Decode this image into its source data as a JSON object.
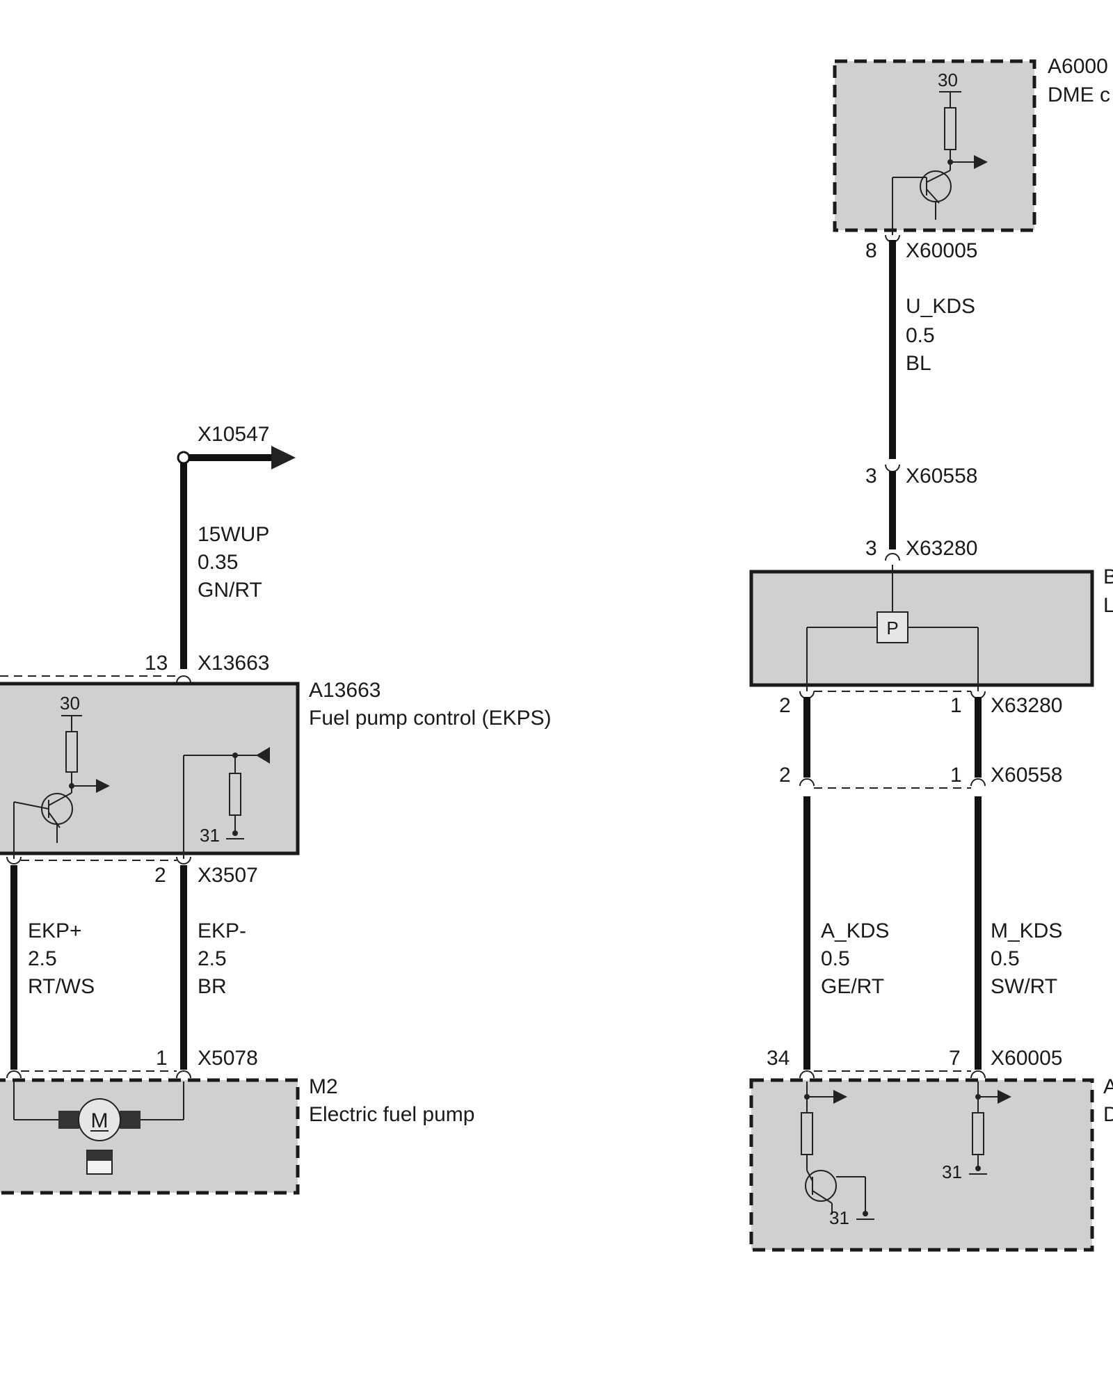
{
  "fuel_pump_circuit": {
    "feed_arrow_connector": "X10547",
    "feed_wire": {
      "signal": "15WUP",
      "size": "0.35",
      "color": "GN/RT"
    },
    "ekps_connector_top": {
      "pin": "13",
      "name": "X13663"
    },
    "ekps": {
      "id": "A13663",
      "name": "Fuel pump control (EKPS)",
      "supply": "30",
      "ground": "31"
    },
    "ekps_connector_bottom": {
      "pin": "2",
      "name": "X3507"
    },
    "wire_left": {
      "signal": "EKP+",
      "size": "2.5",
      "color": "RT/WS"
    },
    "wire_right": {
      "signal": "EKP-",
      "size": "2.5",
      "color": "BR"
    },
    "pump_connector": {
      "pin": "1",
      "name": "X5078"
    },
    "pump": {
      "id": "M2",
      "name": "Electric fuel pump",
      "motor_symbol": "M"
    }
  },
  "sensor_circuit": {
    "dme_top": {
      "id": "A6000",
      "name": "DME c",
      "supply": "30"
    },
    "dme_connector": {
      "pin": "8",
      "name": "X60005"
    },
    "wire_u": {
      "signal": "U_KDS",
      "size": "0.5",
      "color": "BL"
    },
    "inline_connector_1": {
      "pin": "3",
      "name": "X60558"
    },
    "sensor_connector_top": {
      "pin": "3",
      "name": "X63280"
    },
    "sensor": {
      "id": "B",
      "name": "L",
      "symbol": "P"
    },
    "sensor_connector_bottom": {
      "pin_left": "2",
      "pin_right": "1",
      "name": "X63280"
    },
    "inline_connector_2": {
      "pin_left": "2",
      "pin_right": "1",
      "name": "X60558"
    },
    "wire_a": {
      "signal": "A_KDS",
      "size": "0.5",
      "color": "GE/RT"
    },
    "wire_m": {
      "signal": "M_KDS",
      "size": "0.5",
      "color": "SW/RT"
    },
    "dme_bottom_connector": {
      "pin_left": "34",
      "pin_right": "7",
      "name": "X60005"
    },
    "dme_bottom": {
      "id": "A",
      "name": "D",
      "ground_left": "31",
      "ground_right": "31"
    }
  }
}
